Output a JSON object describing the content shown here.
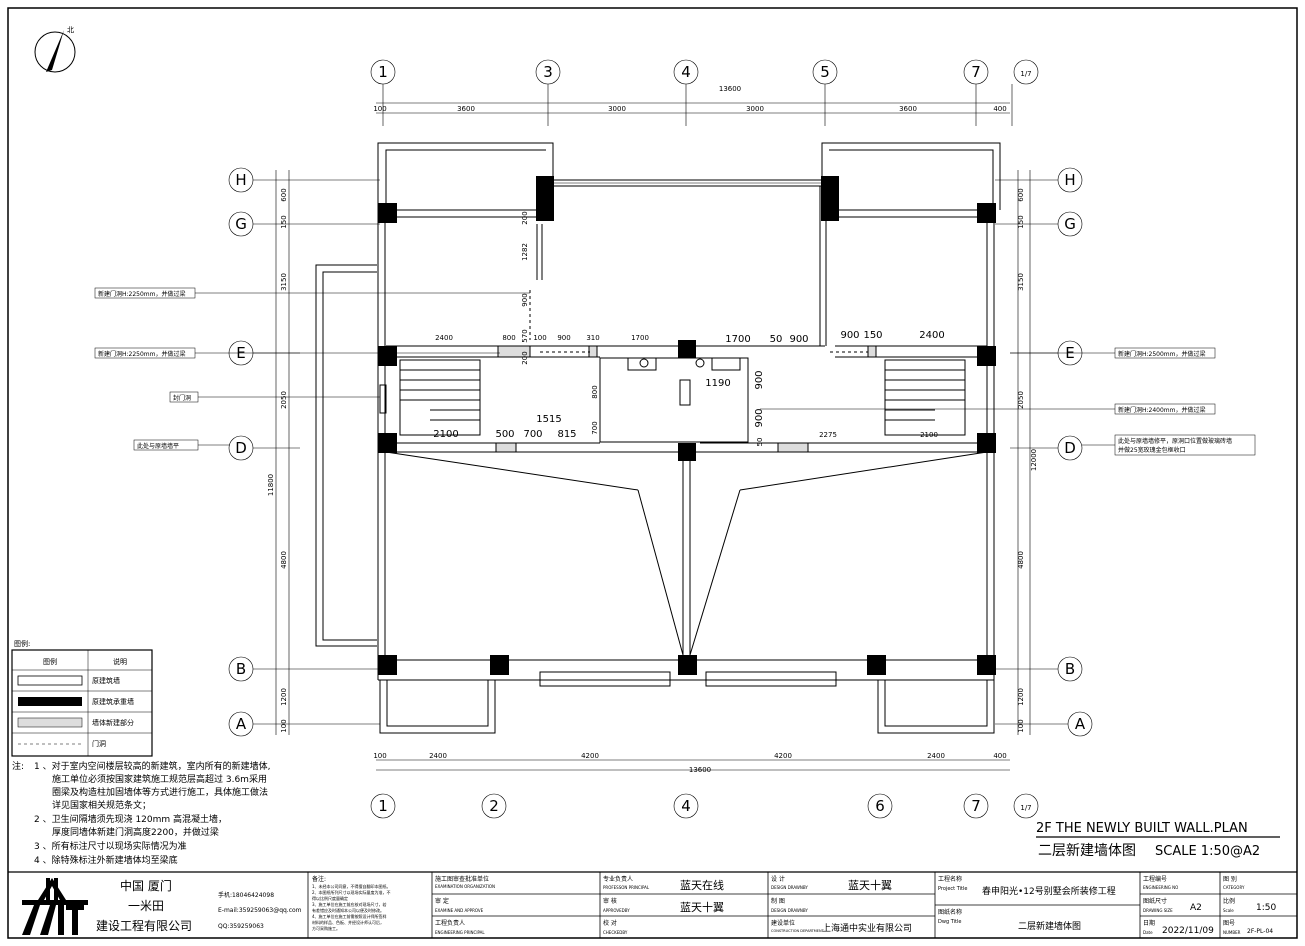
{
  "compass": {
    "label": "北"
  },
  "grid": {
    "top": [
      "1",
      "3",
      "4",
      "5",
      "7",
      "1/7"
    ],
    "bottom": [
      "1",
      "2",
      "4",
      "6",
      "7",
      "1/7"
    ],
    "rows": [
      "H",
      "G",
      "E",
      "D",
      "B",
      "A"
    ]
  },
  "dims": {
    "top_total": "13600",
    "top": [
      "100",
      "3600",
      "3000",
      "3000",
      "3600",
      "400"
    ],
    "bottom_total": "13600",
    "bottom": [
      "100",
      "2400",
      "4200",
      "4200",
      "2400",
      "400"
    ],
    "left_total": "11800",
    "right_total": "12000",
    "left": [
      "600",
      "150",
      "3150",
      "2050",
      "4800",
      "1200",
      "100"
    ],
    "right": [
      "600",
      "150",
      "3150",
      "2050",
      "4800",
      "1200",
      "100"
    ],
    "inner": [
      "200",
      "1282",
      "900",
      "2400",
      "800",
      "570",
      "100",
      "900",
      "310",
      "1700",
      "1700",
      "50",
      "900",
      "900",
      "150",
      "2400",
      "1190",
      "900",
      "800",
      "700",
      "1515",
      "2100",
      "500",
      "700",
      "815",
      "900",
      "50",
      "2275",
      "2100",
      "200"
    ]
  },
  "annotations": {
    "l1": "新建门洞H:2250mm，并做过梁",
    "l2": "新建门洞H:2250mm，并做过梁",
    "l3": "封门洞",
    "l4": "此处与原墙墙平",
    "r1": "新建门洞H:2500mm，并做过梁",
    "r2": "新建门洞H:2400mm，并做过梁",
    "r3a": "此处与原墙墙修平，原洞口位置做玻璃砖墙",
    "r3b": "并做25宽玫瑰金包框收口"
  },
  "legend": {
    "title": "图例:",
    "col1": "图例",
    "col2": "说明",
    "items": [
      "原建筑墙",
      "原建筑承重墙",
      "墙体新建部分",
      "门洞"
    ]
  },
  "notes": {
    "label": "注:",
    "lines": [
      "1 、对于室内空间楼层较高的新建筑，室内所有的新建墙体,",
      "施工单位必须按国家建筑施工规范层高超过 3.6m采用",
      "圈梁及构造柱加固墙体等方式进行施工，具体施工做法",
      "详见国家相关规范条文；",
      "2 、卫生间隔墙须先现浇 120mm 高混凝土墙，",
      "厚度同墙体新建门洞高度2200，并做过梁",
      "3 、所有标注尺寸以现场实际情况为准",
      "4 、除特殊标注外新建墙体均至梁底"
    ]
  },
  "title": {
    "en": "2F THE NEWLY BUILT WALL.PLAN",
    "cn": "二层新建墙体图",
    "scale": "SCALE 1:50@A2"
  },
  "titleblock": {
    "company_l1": "中国 厦门",
    "company_l2": "一米田",
    "company_l3": "建设工程有限公司",
    "phone": "手机:18046424098",
    "email": "E-mail:359259063@qq.com",
    "qq": "QQ:359259063",
    "remark_label": "备注:",
    "remarks": [
      "1、未经本公司同意，不得擅自翻印本图纸。",
      "2、本图纸所列尺寸以现场实际量度为准，不",
      "得以比例尺度量确定",
      "3、施工单位在施工前应核对现场尺寸，若",
      "有差错应及时通知本公司以便及时修改。",
      "4、施工单位在施工前需按照设计师所签样",
      "材料的样品、色板、并经设计师认可后，",
      "方可采购施工。"
    ],
    "approval": "施工图审查批准单位",
    "approval_en": "EXAMINATION ORGANIZATION",
    "review": "审    定",
    "review_en": "EXAMINE AND APPROVE",
    "eng_lead": "工程负责人",
    "eng_lead_en": "ENGINEERING PRINCIPAL",
    "prof_lead": "专业负责人",
    "prof_lead_en": "PROFESSON PRINCIPAL",
    "prof_lead_val": "蓝天在线",
    "check": "审    核",
    "check_en": "APPROVEDBY",
    "check_val": "蓝天十翼",
    "verify": "校    对",
    "verify_en": "CHECKEDBY",
    "design": "设    计",
    "design_en": "DESIGN DRAWNBY",
    "design_val": "蓝天十翼",
    "draw": "制    图",
    "draw_en": "DESIGN DRAWNBY",
    "builder": "建设单位",
    "builder_en": "CONSTRUCTION DEPARTMENT",
    "builder_val": "上海通中实业有限公司",
    "proj_name": "工程名称",
    "proj_name_en": "Project Title",
    "proj_val": "春申阳光•12号别墅会所装修工程",
    "dwg_name": "图纸名称",
    "dwg_name_en": "Dwg Title",
    "dwg_val": "二层新建墙体图",
    "proj_no": "工程编号",
    "proj_no_en": "ENGINEERING NO",
    "category": "图 别",
    "category_en": "CATEGORY",
    "size": "图纸尺寸",
    "size_en": "DRAWING SIZE",
    "size_val": "A2",
    "ratio": "比例",
    "ratio_en": "Scale",
    "ratio_val": "1:50",
    "date": "日期",
    "date_en": "Date",
    "date_val": "2022/11/09",
    "dwg_no": "图号",
    "dwg_no_en": "NUMBER",
    "dwg_no_val": "2F-PL-04"
  }
}
